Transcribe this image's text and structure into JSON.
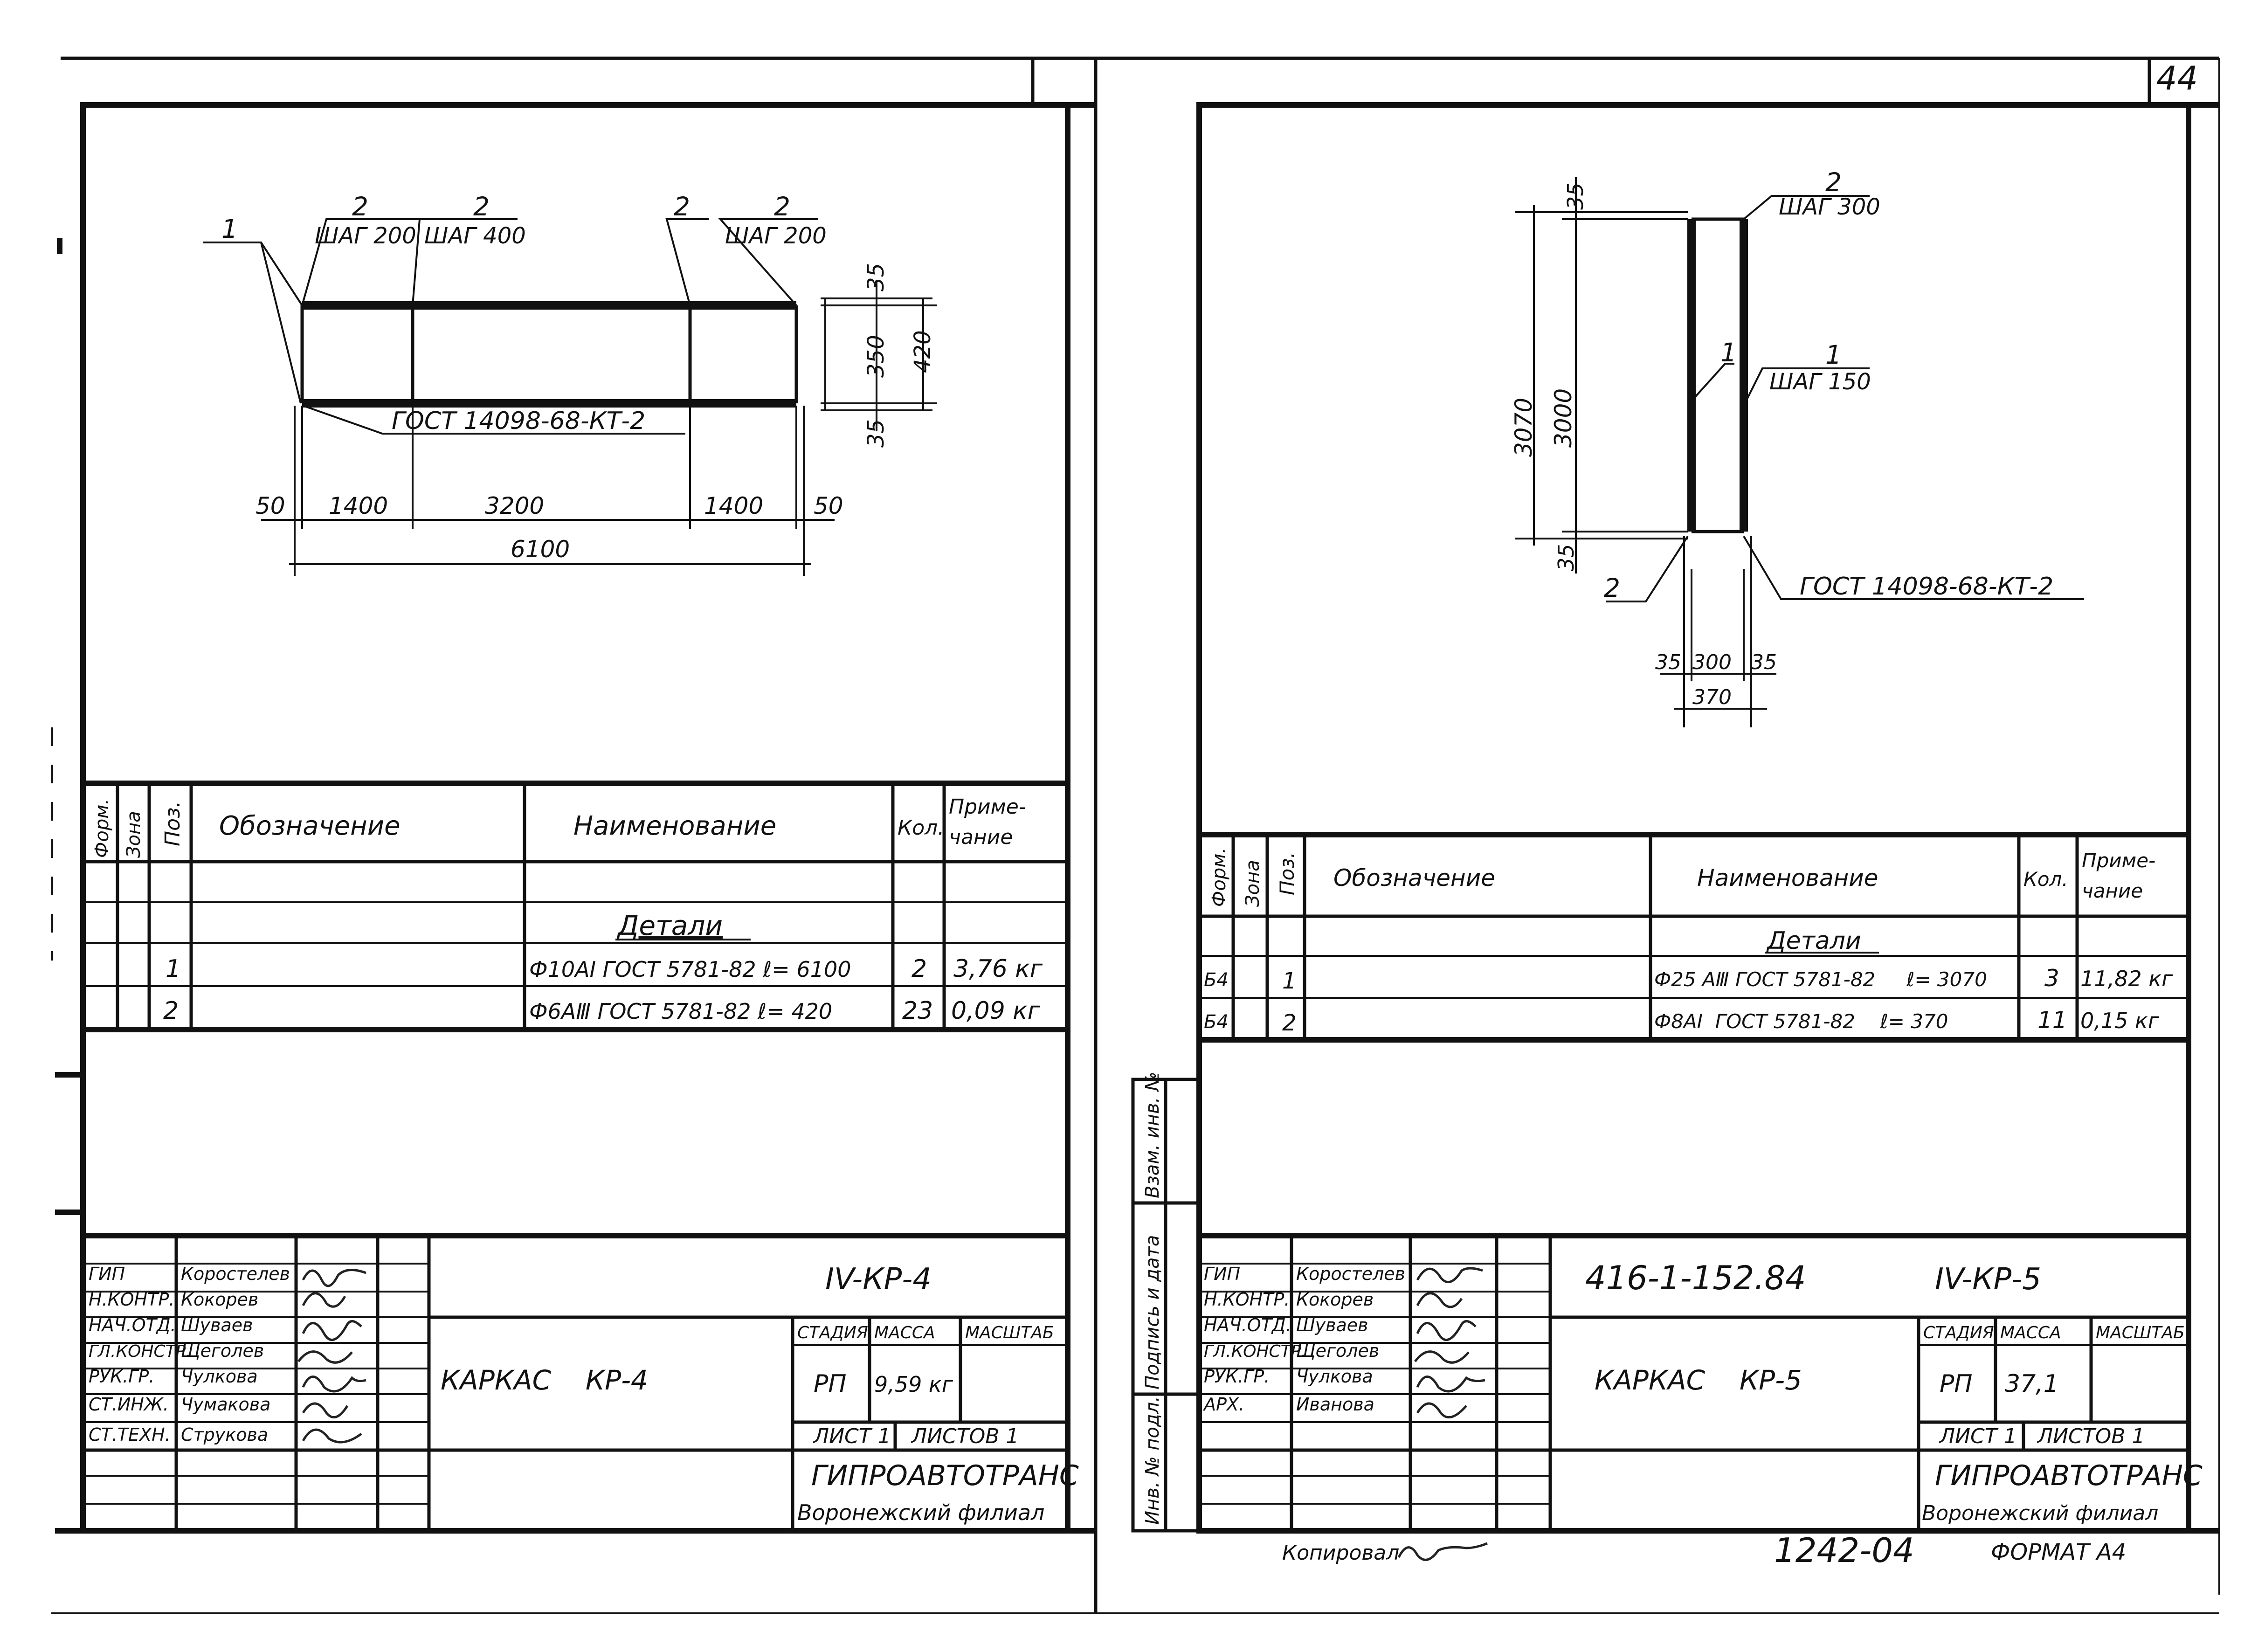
{
  "page_number": "44",
  "left_sheet": {
    "drawing": {
      "callout_1": "1",
      "callout_top_1_num": "2",
      "callout_top_1_txt": "ШАГ 200",
      "callout_top_2_num": "2",
      "callout_top_2_txt": "ШАГ 400",
      "callout_top_3_num": "2",
      "callout_top_4_num": "2",
      "callout_top_4_txt": "ШАГ 200",
      "gost": "ГОСТ 14098-68-КТ-2",
      "dim_35_top": "35",
      "dim_350": "350",
      "dim_420": "420",
      "dim_35_bot": "35",
      "dim_50_l": "50",
      "dim_1400_l": "1400",
      "dim_3200": "3200",
      "dim_1400_r": "1400",
      "dim_50_r": "50",
      "dim_total": "6100"
    },
    "spec": {
      "headers": {
        "format": "Форм.",
        "zone": "Зона",
        "pos": "Поз.",
        "designation": "Обозначение",
        "name": "Наименование",
        "qty": "Кол.",
        "note": "Приме-\nчание"
      },
      "section": "Детали",
      "rows": [
        {
          "pos": "1",
          "name": "Ф10АⅠ ГОСТ 5781-82  ℓ= 6100",
          "qty": "2",
          "note": "3,76 кг"
        },
        {
          "pos": "2",
          "name": "Ф6АⅢ ГОСТ 5781-82  ℓ= 420",
          "qty": "23",
          "note": "0,09 кг"
        }
      ]
    },
    "title_block": {
      "roles": [
        "ГИП",
        "Н.КОНТР.",
        "НАЧ.ОТД.",
        "ГЛ.КОНСТР.",
        "РУК.ГР.",
        "СТ.ИНЖ.",
        "СТ.ТЕХН."
      ],
      "names": [
        "Коростелев",
        "Кокорев",
        "Шуваев",
        "Щеголев",
        "Чулкова",
        "Чумакова",
        "Струкова"
      ],
      "code": "IV-КР-4",
      "title": "КАРКАС    КР-4",
      "stage_label": "СТАДИЯ",
      "mass_label": "МАССА",
      "scale_label": "МАСШТАБ",
      "stage": "РП",
      "mass": "9,59 кг",
      "sheet": "ЛИСТ 1",
      "sheets": "ЛИСТОВ 1",
      "org": "ГИПРОАВТОТРАНС",
      "branch": "Воронежский филиал"
    }
  },
  "right_sheet": {
    "drawing": {
      "callout_top_num": "2",
      "callout_top_txt": "ШАГ 300",
      "callout_mid_num": "1",
      "callout_mid_txt": "ШАГ 150",
      "callout_1": "1",
      "callout_2": "2",
      "gost": "ГОСТ 14098-68-КТ-2",
      "dim_35_top": "35",
      "dim_3070": "3070",
      "dim_3000": "3000",
      "dim_35_bot": "35",
      "dim_35_l": "35",
      "dim_300": "300",
      "dim_35_r": "35",
      "dim_370": "370"
    },
    "spec": {
      "headers": {
        "format": "Форм.",
        "zone": "Зона",
        "pos": "Поз.",
        "designation": "Обозначение",
        "name": "Наименование",
        "qty": "Кол.",
        "note": "Приме-\nчание"
      },
      "section": "Детали",
      "rows": [
        {
          "format": "Б4",
          "pos": "1",
          "name": "Ф25 АⅢ ГОСТ 5781-82     ℓ= 3070",
          "qty": "3",
          "note": "11,82 кг"
        },
        {
          "format": "Б4",
          "pos": "2",
          "name": "Ф8АⅠ  ГОСТ 5781-82    ℓ= 370",
          "qty": "11",
          "note": "0,15 кг"
        }
      ]
    },
    "side_labels": {
      "inv_sub": "Взам. инв. №",
      "sign_date": "Подпись и дата",
      "inv_orig": "Инв. № подл."
    },
    "title_block": {
      "roles": [
        "ГИП",
        "Н.КОНТР.",
        "НАЧ.ОТД.",
        "ГЛ.КОНСТР.",
        "РУК.ГР.",
        "АРХ."
      ],
      "names": [
        "Коростелев",
        "Кокорев",
        "Шуваев",
        "Щеголев",
        "Чулкова",
        "Иванова"
      ],
      "doc_number": "416-1-152.84",
      "code": "IV-КР-5",
      "title": "КАРКАС    КР-5",
      "stage_label": "СТАДИЯ",
      "mass_label": "МАССА",
      "scale_label": "МАСШТАБ",
      "stage": "РП",
      "mass": "37,1",
      "sheet": "ЛИСТ 1",
      "sheets": "ЛИСТОВ 1",
      "org": "ГИПРОАВТОТРАНС",
      "branch": "Воронежский филиал"
    },
    "copied_by": "Копировал",
    "archive_no": "1242-04",
    "format": "ФОРМАТ А4"
  }
}
